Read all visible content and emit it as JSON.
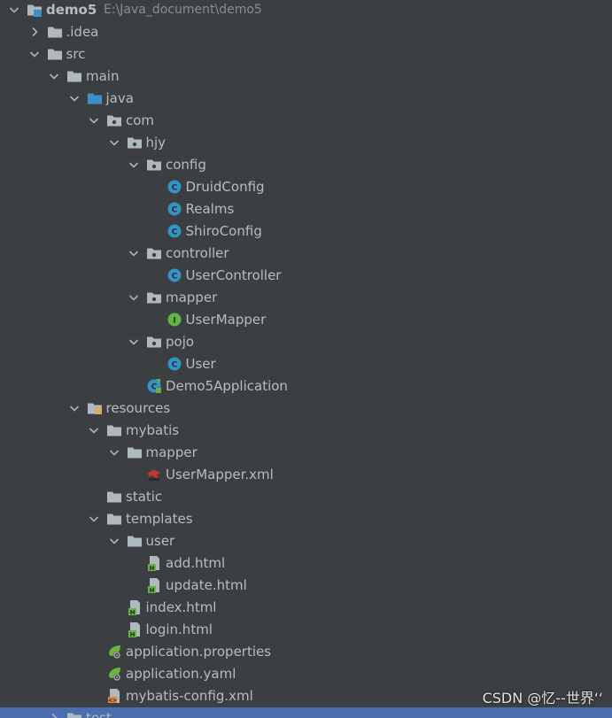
{
  "project": {
    "name": "demo5",
    "path": "E:\\Java_document\\demo5"
  },
  "tree": [
    {
      "label": "demo5",
      "icon": "project-folder-icon",
      "expanded": true,
      "depth": 0
    },
    {
      "label": ".idea",
      "icon": "folder-icon",
      "expanded": false,
      "depth": 1
    },
    {
      "label": "src",
      "icon": "folder-icon",
      "expanded": true,
      "depth": 1
    },
    {
      "label": "main",
      "icon": "folder-icon",
      "expanded": true,
      "depth": 2
    },
    {
      "label": "java",
      "icon": "source-folder-icon",
      "expanded": true,
      "depth": 3
    },
    {
      "label": "com",
      "icon": "package-icon",
      "expanded": true,
      "depth": 4
    },
    {
      "label": "hjy",
      "icon": "package-icon",
      "expanded": true,
      "depth": 5
    },
    {
      "label": "config",
      "icon": "package-icon",
      "expanded": true,
      "depth": 6
    },
    {
      "label": "DruidConfig",
      "icon": "class-icon",
      "depth": 7
    },
    {
      "label": "Realms",
      "icon": "class-icon",
      "depth": 7
    },
    {
      "label": "ShiroConfig",
      "icon": "class-icon",
      "depth": 7
    },
    {
      "label": "controller",
      "icon": "package-icon",
      "expanded": true,
      "depth": 6
    },
    {
      "label": "UserController",
      "icon": "class-icon",
      "depth": 7
    },
    {
      "label": "mapper",
      "icon": "package-icon",
      "expanded": true,
      "depth": 6
    },
    {
      "label": "UserMapper",
      "icon": "interface-icon",
      "depth": 7
    },
    {
      "label": "pojo",
      "icon": "package-icon",
      "expanded": true,
      "depth": 6
    },
    {
      "label": "User",
      "icon": "class-icon",
      "depth": 7
    },
    {
      "label": "Demo5Application",
      "icon": "spring-boot-app-icon",
      "depth": 6
    },
    {
      "label": "resources",
      "icon": "resources-folder-icon",
      "expanded": true,
      "depth": 3
    },
    {
      "label": "mybatis",
      "icon": "folder-icon",
      "expanded": true,
      "depth": 4
    },
    {
      "label": "mapper",
      "icon": "folder-icon",
      "expanded": true,
      "depth": 5
    },
    {
      "label": "UserMapper.xml",
      "icon": "mybatis-xml-icon",
      "depth": 6
    },
    {
      "label": "static",
      "icon": "folder-icon",
      "depth": 4
    },
    {
      "label": "templates",
      "icon": "folder-icon",
      "expanded": true,
      "depth": 4
    },
    {
      "label": "user",
      "icon": "folder-icon",
      "expanded": true,
      "depth": 5
    },
    {
      "label": "add.html",
      "icon": "html-file-icon",
      "depth": 6
    },
    {
      "label": "update.html",
      "icon": "html-file-icon",
      "depth": 6
    },
    {
      "label": "index.html",
      "icon": "html-file-icon",
      "depth": 5
    },
    {
      "label": "login.html",
      "icon": "html-file-icon",
      "depth": 5
    },
    {
      "label": "application.properties",
      "icon": "spring-properties-icon",
      "depth": 4
    },
    {
      "label": "application.yaml",
      "icon": "spring-properties-icon",
      "depth": 4
    },
    {
      "label": "mybatis-config.xml",
      "icon": "xml-file-icon",
      "depth": 4
    },
    {
      "label": "test",
      "icon": "folder-icon",
      "expanded": false,
      "depth": 2,
      "selected": true
    }
  ],
  "watermark": "CSDN @忆--世界‘‘",
  "colors": {
    "background": "#3c3f41",
    "text": "#bbbbbb",
    "selection": "#4b6eaf",
    "folder": "#aeb9c0",
    "source_folder": "#3d8fc9",
    "class": "#3592c4",
    "interface": "#62b543",
    "html": "#62b543"
  }
}
